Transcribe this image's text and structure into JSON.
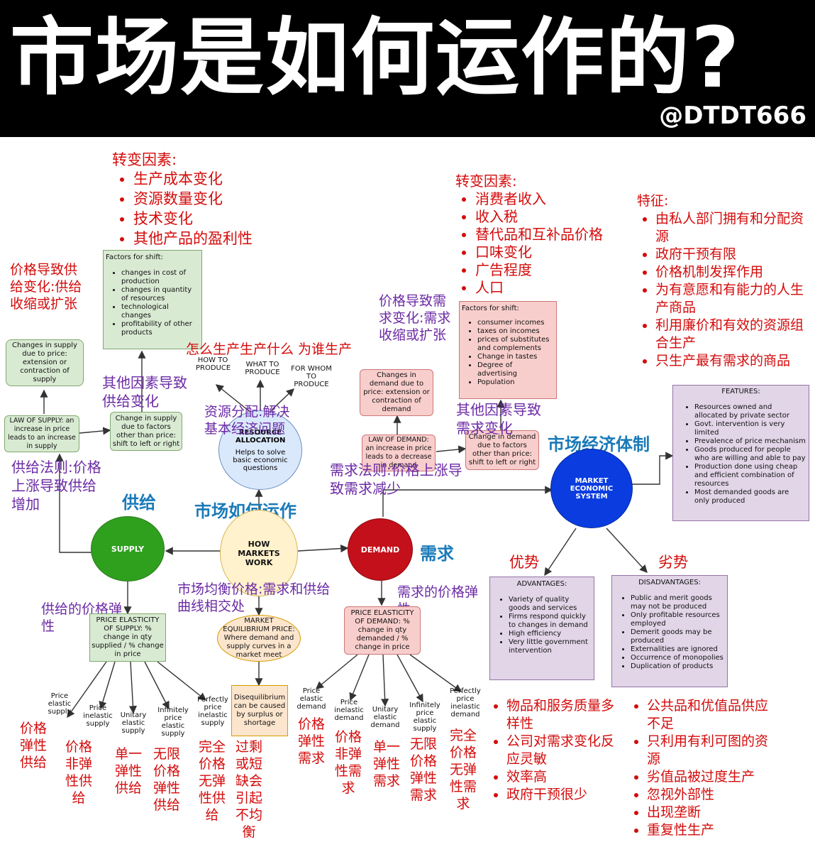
{
  "header": {
    "title": "市场是如何运作的?",
    "handle": "@DTDT666"
  },
  "supply_shift_cn": {
    "title": "转变因素:",
    "items": [
      "生产成本变化",
      "资源数量变化",
      "技术变化",
      "其他产品的盈利性"
    ]
  },
  "demand_shift_cn": {
    "title": "转变因素:",
    "items": [
      "消费者收入",
      "收入税",
      "替代品和互补品价格",
      "口味变化",
      "广告程度",
      "人口"
    ]
  },
  "features_cn": {
    "title": "特征:",
    "items": [
      "由私人部门拥有和分配资源",
      "政府干预有限",
      "价格机制发挥作用",
      "为有意愿和有能力的人生产商品",
      "利用廉价和有效的资源组合生产",
      "只生产最有需求的商品"
    ]
  },
  "labels": {
    "price_supply_change": "价格导致供给变化:供给收缩或扩张",
    "price_demand_change": "价格导致需求变化:需求收缩或扩张",
    "other_supply": "其他因素导致供给变化",
    "other_demand": "其他因素导致需求变化",
    "how_what_whom": "怎么生产生产什么 为谁生产",
    "allocation_cn": "资源分配:解决基本经济问题",
    "law_supply_cn": "供给法则:价格上涨导致供给增加",
    "law_demand_cn": "需求法则:价格上涨导致需求减少",
    "supply_cn": "供给",
    "demand_cn": "需求",
    "how_markets_cn": "市场如何运作",
    "market_system_cn": "市场经济体制",
    "equilibrium_cn": "市场均衡价格:需求和供给曲线相交处",
    "pes_cn": "供给的价格弹性",
    "ped_cn": "需求的价格弹性",
    "advantages_cn": "优势",
    "disadvantages_cn": "劣势"
  },
  "boxes": {
    "supply_factors": {
      "title": "Factors for shift:",
      "items": [
        "changes in cost of production",
        "changes in quantity of resources",
        "technological changes",
        "profitability of other products"
      ]
    },
    "demand_factors": {
      "title": "Factors for shift:",
      "items": [
        "consumer incomes",
        "taxes on incomes",
        "prices of substitutes and complements",
        "Change in tastes",
        "Degree of advertising",
        "Population"
      ]
    },
    "supply_change_price": "Changes in supply due to price: extension or contraction of supply",
    "law_supply": "LAW OF SUPPLY: an increase in price leads to an increase in supply",
    "supply_change_other": "Change in supply due to factors other than price: shift to left or right",
    "demand_change_price": "Changes in demand due to price: extension or contraction of demand",
    "law_demand": "LAW OF DEMAND: an increase in price leads to a decrease in demand",
    "demand_change_other": "Change in demand due to factors other than price: shift to left or right",
    "pes": "PRICE ELASTICITY OF SUPPLY: % change in qty supplied / % change in price",
    "ped": "PRICE ELASTICITY OF DEMAND: % change in qty demanded / % change in price",
    "equilibrium": "MARKET EQUILIBRIUM PRICE: Where demand and supply curves in a market meet",
    "disequilibrium": "Disequilibrium can be caused by surplus or shortage",
    "features": {
      "title": "FEATURES:",
      "items": [
        "Resources owned and allocated by private sector",
        "Govt. intervention is very limited",
        "Prevalence of price mechanism",
        "Goods produced for people who are willing and able to pay",
        "Production done using cheap and efficient combination of resources",
        "Most demanded goods are only produced"
      ]
    },
    "advantages": {
      "title": "ADVANTAGES:",
      "items": [
        "Variety of quality goods and services",
        "Firms respond quickly to changes in demand",
        "High efficiency",
        "Very little government intervention"
      ]
    },
    "disadvantages": {
      "title": "DISADVANTAGES:",
      "items": [
        "Public and merit goods may not be produced",
        "Only profitable resources employed",
        "Demerit goods may be produced",
        "Externalities are ignored",
        "Occurrence of monopolies",
        "Duplication of products"
      ]
    }
  },
  "circles": {
    "resource": "RESOURCE ALLOCATION",
    "resource_sub": "Helps to solve basic economic questions",
    "how_markets": "HOW MARKETS WORK",
    "supply": "SUPPLY",
    "demand": "DEMAND",
    "market_system": "MARKET ECONOMIC SYSTEM"
  },
  "questions": {
    "how": "HOW TO PRODUCE",
    "what": "WHAT TO PRODUCE",
    "whom": "FOR WHOM TO PRODUCE"
  },
  "supply_types": [
    {
      "en": "Price elastic supply",
      "cn": "价格弹性供给"
    },
    {
      "en": "Price inelastic supply",
      "cn": "价格非弹性供给"
    },
    {
      "en": "Unitary elastic supply",
      "cn": "单一弹性供给"
    },
    {
      "en": "Infinitely price elastic supply",
      "cn": "无限价格弹性供给"
    },
    {
      "en": "Perfectly price inelastic supply",
      "cn": "完全价格无弹性供给"
    }
  ],
  "disequilibrium_cn": "过剩或短缺会引起不均衡",
  "demand_types": [
    {
      "en": "Price elastic demand",
      "cn": "价格弹性需求"
    },
    {
      "en": "Price inelastic demand",
      "cn": "价格非弹性需求"
    },
    {
      "en": "Unitary elastic demand",
      "cn": "单一弹性需求"
    },
    {
      "en": "Infinitely price elastic supply",
      "cn": "无限价格弹性需求"
    },
    {
      "en": "Perfectly price inelastic demand",
      "cn": "完全价格无弹性需求"
    }
  ],
  "advantages_list_cn": [
    "物品和服务质量多样性",
    "公司对需求变化反应灵敏",
    "效率高",
    "政府干预很少"
  ],
  "disadvantages_list_cn": [
    "公共品和优值品供应不足",
    "只利用有利可图的资源",
    "劣值品被过度生产",
    "忽视外部性",
    "出现垄断",
    "重复性生产"
  ]
}
